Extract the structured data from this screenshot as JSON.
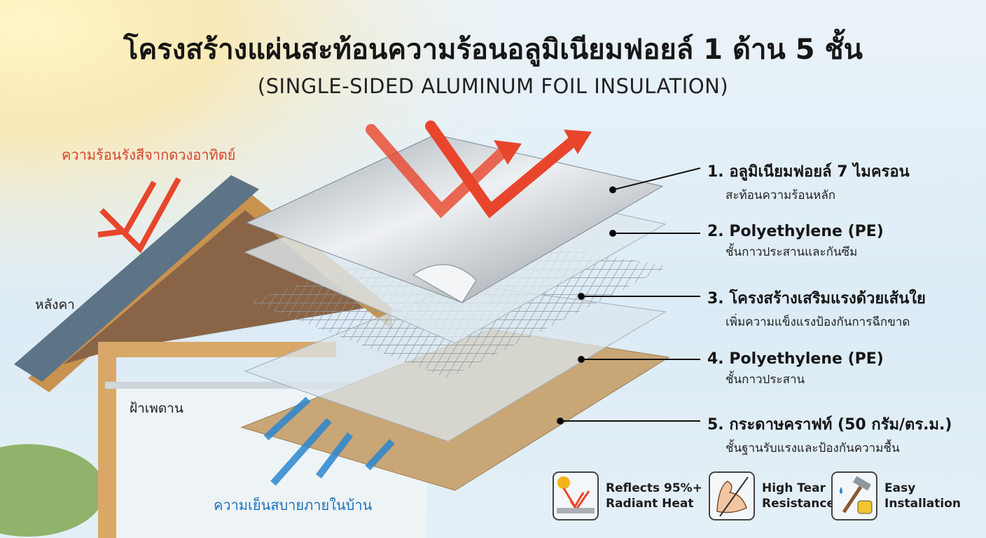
{
  "header": {
    "title": "โครงสร้างแผ่นสะท้อนความร้อนอลูมิเนียมฟอยล์ 1 ด้าน 5 ชั้น",
    "subtitle": "(SINGLE-SIDED ALUMINUM FOIL INSULATION)"
  },
  "scene_labels": {
    "sun_heat": "ความร้อนรังสีจากดวงอาทิตย์",
    "roof": "หลังคา",
    "ceiling": "ฝ้าเพดาน",
    "indoor_cool": "ความเย็นสบายภายในบ้าน"
  },
  "layers": [
    {
      "title": "1. อลูมิเนียมฟอยล์ 7 ไมครอน",
      "desc": "สะท้อนความร้อนหลัก"
    },
    {
      "title": "2. Polyethylene (PE)",
      "desc": "ชั้นกาวประสานและกันซึม"
    },
    {
      "title": "3. โครงสร้างเสริมแรงด้วยเส้นใย",
      "desc": "เพิ่มความแข็งแรงป้องกันการฉีกขาด"
    },
    {
      "title": "4. Polyethylene (PE)",
      "desc": "ชั้นกาวประสาน"
    },
    {
      "title": "5. กระดาษคราฟท์ (50 กรัม/ตร.ม.)",
      "desc": "ชั้นฐานรับแรงและป้องกันความชื้น"
    }
  ],
  "features": [
    {
      "icon": "reflect-heat-icon",
      "line1": "Reflects 95%+",
      "line2": "Radiant Heat"
    },
    {
      "icon": "strong-arm-icon",
      "line1": "High Tear",
      "line2": "Resistance"
    },
    {
      "icon": "hammer-tape-icon",
      "line1": "Easy",
      "line2": "Installation"
    }
  ],
  "colors": {
    "heat": "#e8452c",
    "cool": "#2a86d0",
    "foil": "#c9ced3",
    "kraft": "#c9a676"
  }
}
